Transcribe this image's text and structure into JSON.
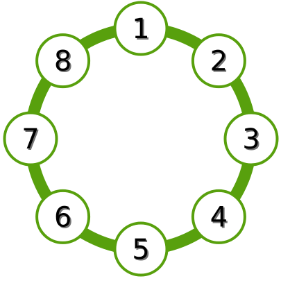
{
  "colors": {
    "ring": "#58a00d",
    "node_fill": "#ffffff",
    "node_stroke": "#58a00d",
    "label": "#000000",
    "shadow": "#9a9a9a"
  },
  "nodes": [
    {
      "label": "1"
    },
    {
      "label": "2"
    },
    {
      "label": "3"
    },
    {
      "label": "4"
    },
    {
      "label": "5"
    },
    {
      "label": "6"
    },
    {
      "label": "7"
    },
    {
      "label": "8"
    }
  ]
}
